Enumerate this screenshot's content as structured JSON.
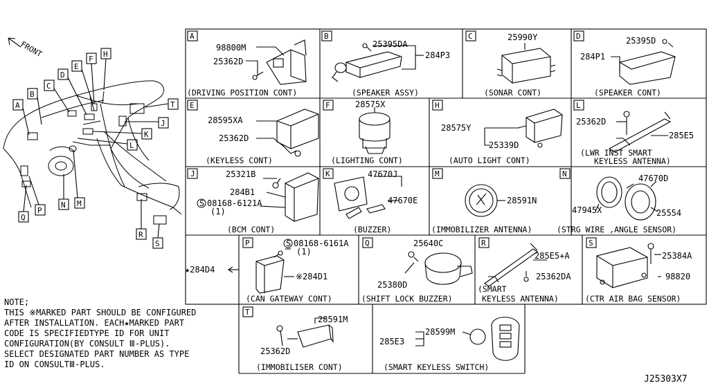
{
  "front_label": "FRONT",
  "overview_callouts": [
    "A",
    "B",
    "C",
    "D",
    "E",
    "F",
    "H",
    "T",
    "J",
    "K",
    "L",
    "N",
    "M",
    "P",
    "Q",
    "R",
    "S"
  ],
  "panels": [
    {
      "letter": "A",
      "caption": "(DRIVING POSITION CONT)",
      "parts": [
        "98800M",
        "25362D"
      ]
    },
    {
      "letter": "B",
      "caption": "(SPEAKER ASSY)",
      "parts": [
        "25395DA",
        "284P3"
      ]
    },
    {
      "letter": "C",
      "caption": "(SONAR CONT)",
      "parts": [
        "25990Y"
      ]
    },
    {
      "letter": "D",
      "caption": "(SPEAKER CONT)",
      "parts": [
        "25395D",
        "284P1"
      ]
    },
    {
      "letter": "E",
      "caption": "(KEYLESS CONT)",
      "parts": [
        "28595XA",
        "25362D"
      ]
    },
    {
      "letter": "F",
      "caption": "(LIGHTING CONT)",
      "parts": [
        "28575X"
      ]
    },
    {
      "letter": "H",
      "caption": "(AUTO LIGHT CONT)",
      "parts": [
        "28575Y",
        "25339D"
      ]
    },
    {
      "letter": "L",
      "caption": "(LWR INST SMART",
      "caption2": "KEYLESS ANTENNA)",
      "parts": [
        "25362D",
        "285E5"
      ]
    },
    {
      "letter": "J",
      "caption": "(BCM CONT)",
      "parts": [
        "25321B",
        "284B1",
        "08168-6121A",
        "(1)"
      ]
    },
    {
      "letter": "K",
      "caption": "(BUZZER)",
      "parts": [
        "47670J",
        "47670E"
      ]
    },
    {
      "letter": "M",
      "caption": "(IMMOBILIZER ANTENNA)",
      "parts": [
        "28591N"
      ]
    },
    {
      "letter": "N",
      "caption": "(STRG WIRE ,ANGLE SENSOR)",
      "parts": [
        "47670D",
        "47945X",
        "25554"
      ]
    },
    {
      "letter": "P",
      "caption": "(CAN GATEWAY CONT)",
      "parts": [
        "08168-6161A",
        "(1)",
        "※284D1"
      ]
    },
    {
      "letter": "Q",
      "caption": "(SHIFT LOCK BUZZER)",
      "parts": [
        "25640C",
        "25380D"
      ]
    },
    {
      "letter": "R",
      "caption": "(SMART",
      "caption2": "KEYLESS ANTENNA)",
      "parts": [
        "285E5+A",
        "25362DA"
      ]
    },
    {
      "letter": "S",
      "caption": "(CTR AIR BAG SENSOR)",
      "parts": [
        "25384A",
        "98820"
      ]
    },
    {
      "letter": "T",
      "caption": "(IMMOBILISER CONT)",
      "parts": [
        "28591M",
        "25362D"
      ]
    },
    {
      "letter": "",
      "caption": "(SMART KEYLESS SWITCH)",
      "parts": [
        "285E3",
        "28599M"
      ]
    }
  ],
  "outside_part": "★284D4",
  "note_lines": [
    "NOTE;",
    "THIS ※MARKED PART SHOULD BE CONFIGURED",
    "AFTER INSTALLATION. EACH★MARKED PART",
    "CODE IS SPECIFIEDTYPE ID FOR UNIT",
    "CONFIGURATION(BY CONSULT Ⅲ-PLUS).",
    "SELECT DESIGNATED PART NUMBER AS TYPE",
    "ID ON CONSULTⅢ-PLUS."
  ],
  "diagram_code": "J25303X7"
}
